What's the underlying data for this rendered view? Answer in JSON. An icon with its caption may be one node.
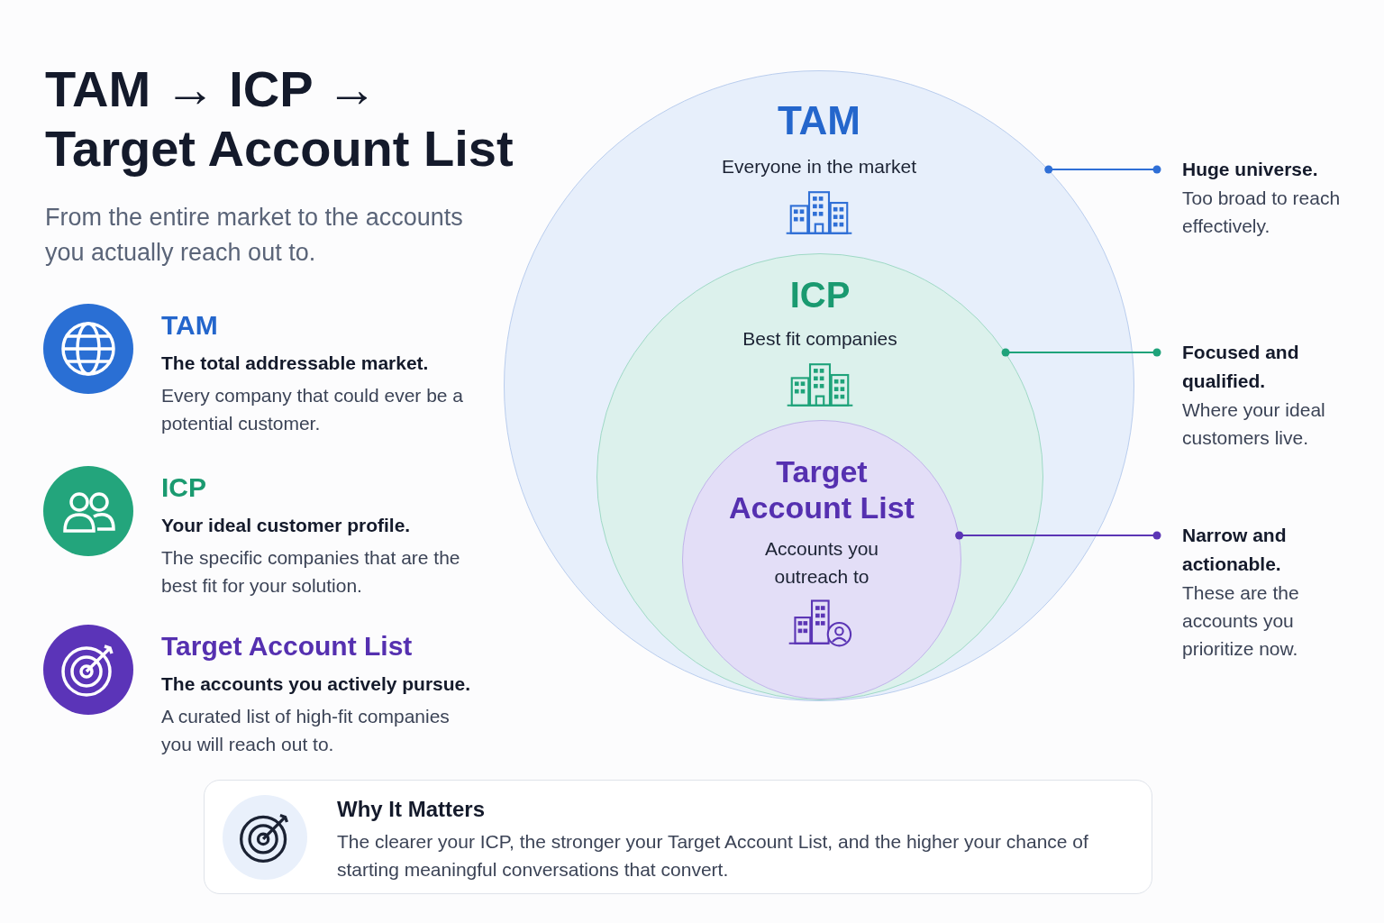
{
  "diagram": {
    "title": "TAM → ICP → Target Account List",
    "nodes": [
      {
        "text": [
          "TAM",
          "Everyone in the market"
        ]
      },
      {
        "text": [
          "ICP",
          "Best fit companies"
        ],
        "in": 0
      },
      {
        "text": [
          "Target Account List",
          "Accounts you outreach to"
        ],
        "in": 1
      },
      {
        "text": [
          "Huge universe.",
          "Too broad to reach effectively."
        ]
      },
      {
        "text": [
          "Focused and qualified.",
          "Where your ideal customers live."
        ]
      },
      {
        "text": [
          "Narrow and actionable.",
          "These are the accounts you prioritize now."
        ]
      },
      {
        "text": [
          "Why It Matters",
          "The clearer your ICP, the stronger your Target Account List, and the higher your chance of starting meaningful conversations that convert."
        ]
      }
    ],
    "edges": [
      {
        "from": 3,
        "to": 0,
        "arrow": "other",
        "color": "#2f6fd6"
      },
      {
        "from": 4,
        "to": 1,
        "arrow": "other",
        "color": "#1fa37a"
      },
      {
        "from": 5,
        "to": 2,
        "arrow": "other",
        "color": "#5b35b5"
      }
    ],
    "labels": [
      "From the entire market to the accounts you actually reach out to.",
      "TAM",
      "The total addressable market.",
      "Every company that could ever be a potential customer.",
      "ICP",
      "Your ideal customer profile.",
      "The specific companies that are the best fit for your solution.",
      "Target Account List",
      "The accounts you actively pursue.",
      "A curated list of high-fit companies you will reach out to."
    ]
  }
}
